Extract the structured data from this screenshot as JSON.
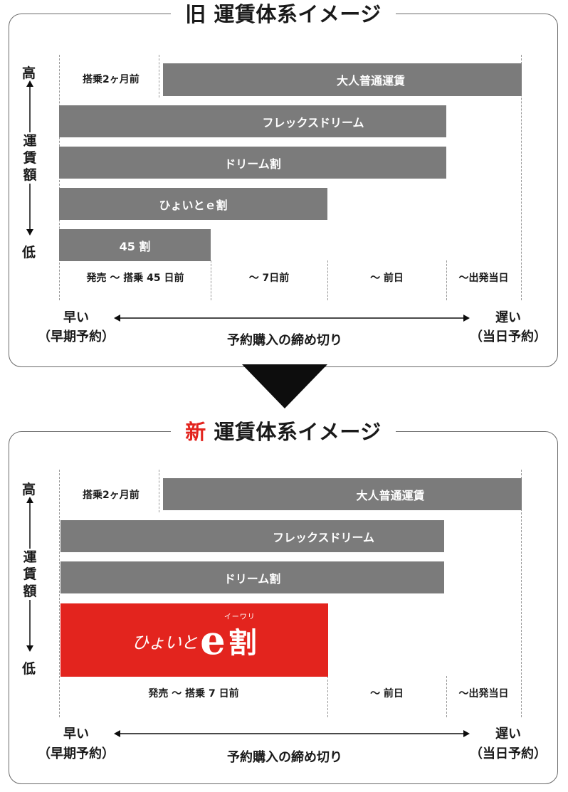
{
  "old_panel": {
    "title": "旧 運賃体系イメージ",
    "y_high": "高",
    "y_label_chars": [
      "運",
      "賃",
      "額"
    ],
    "y_low": "低",
    "boarding_2months": "搭乗2ヶ月前",
    "bars": [
      {
        "label": "大人普通運賃"
      },
      {
        "label": "フレックスドリーム"
      },
      {
        "label": "ドリーム割"
      },
      {
        "label": "ひょいとｅ割"
      },
      {
        "label": "45 割"
      }
    ],
    "periods": [
      "発売 〜 搭乗 45 日前",
      "〜 7日前",
      "〜 前日",
      "〜出発当日"
    ],
    "early_line1": "早い",
    "early_line2": "（早期予約）",
    "late_line1": "遅い",
    "late_line2": "（当日予約）",
    "x_label": "予約購入の締め切り"
  },
  "new_panel": {
    "title_prefix": "新",
    "title_rest": "運賃体系イメージ",
    "y_high": "高",
    "y_label_chars": [
      "運",
      "賃",
      "額"
    ],
    "y_low": "低",
    "boarding_2months": "搭乗2ヶ月前",
    "bars": [
      {
        "label": "大人普通運賃"
      },
      {
        "label": "フレックスドリーム"
      },
      {
        "label": "ドリーム割"
      }
    ],
    "logo": {
      "script": "ひょいと",
      "e": "e",
      "kanji": "割",
      "ruby": "イーワリ"
    },
    "periods": [
      "発売 〜 搭乗 7 日前",
      "〜 前日",
      "〜出発当日"
    ],
    "early_line1": "早い",
    "early_line2": "（早期予約）",
    "late_line1": "遅い",
    "late_line2": "（当日予約）",
    "x_label": "予約購入の締め切り"
  },
  "colors": {
    "bar_gray": "#7b7b7b",
    "accent_red": "#e3241e",
    "arrow": "#0d0d0d"
  }
}
